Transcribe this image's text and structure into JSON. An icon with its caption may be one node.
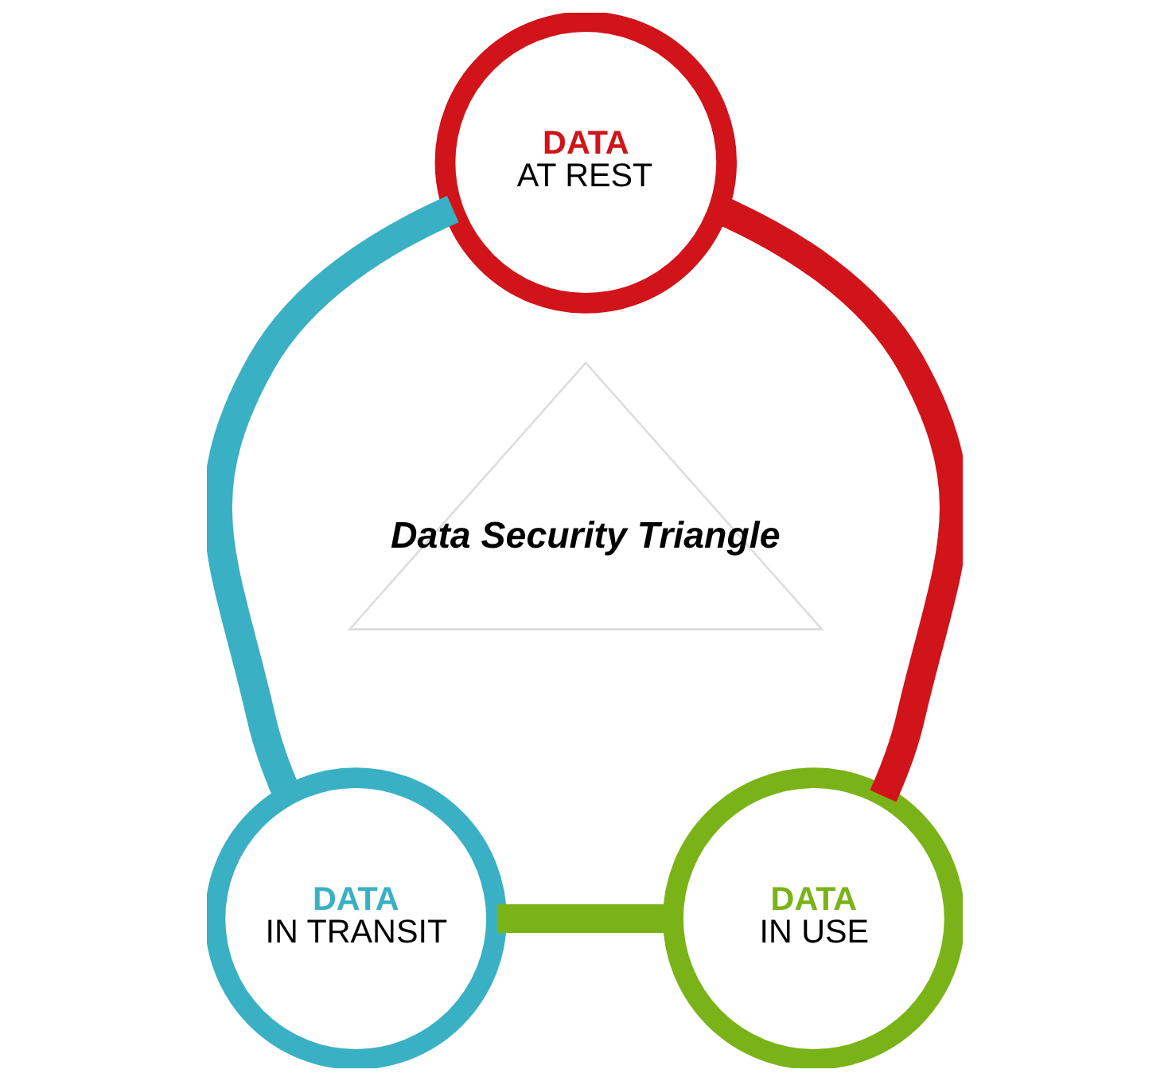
{
  "diagram": {
    "nodes": [
      {
        "text": [
          "DATA",
          "AT REST"
        ]
      },
      {
        "text": [
          "Data Security Triangle"
        ]
      },
      {
        "text": [
          "DATA",
          "IN TRANSIT"
        ]
      },
      {
        "text": [
          "DATA",
          "IN USE"
        ]
      }
    ],
    "edges": [
      {
        "from": 0,
        "to": 2,
        "arrow": "none",
        "color": "#3ab0c4"
      },
      {
        "from": 0,
        "to": 3,
        "arrow": "none",
        "color": "#d0141a"
      },
      {
        "from": 2,
        "to": 3,
        "arrow": "none",
        "color": "#7ab317"
      }
    ]
  }
}
